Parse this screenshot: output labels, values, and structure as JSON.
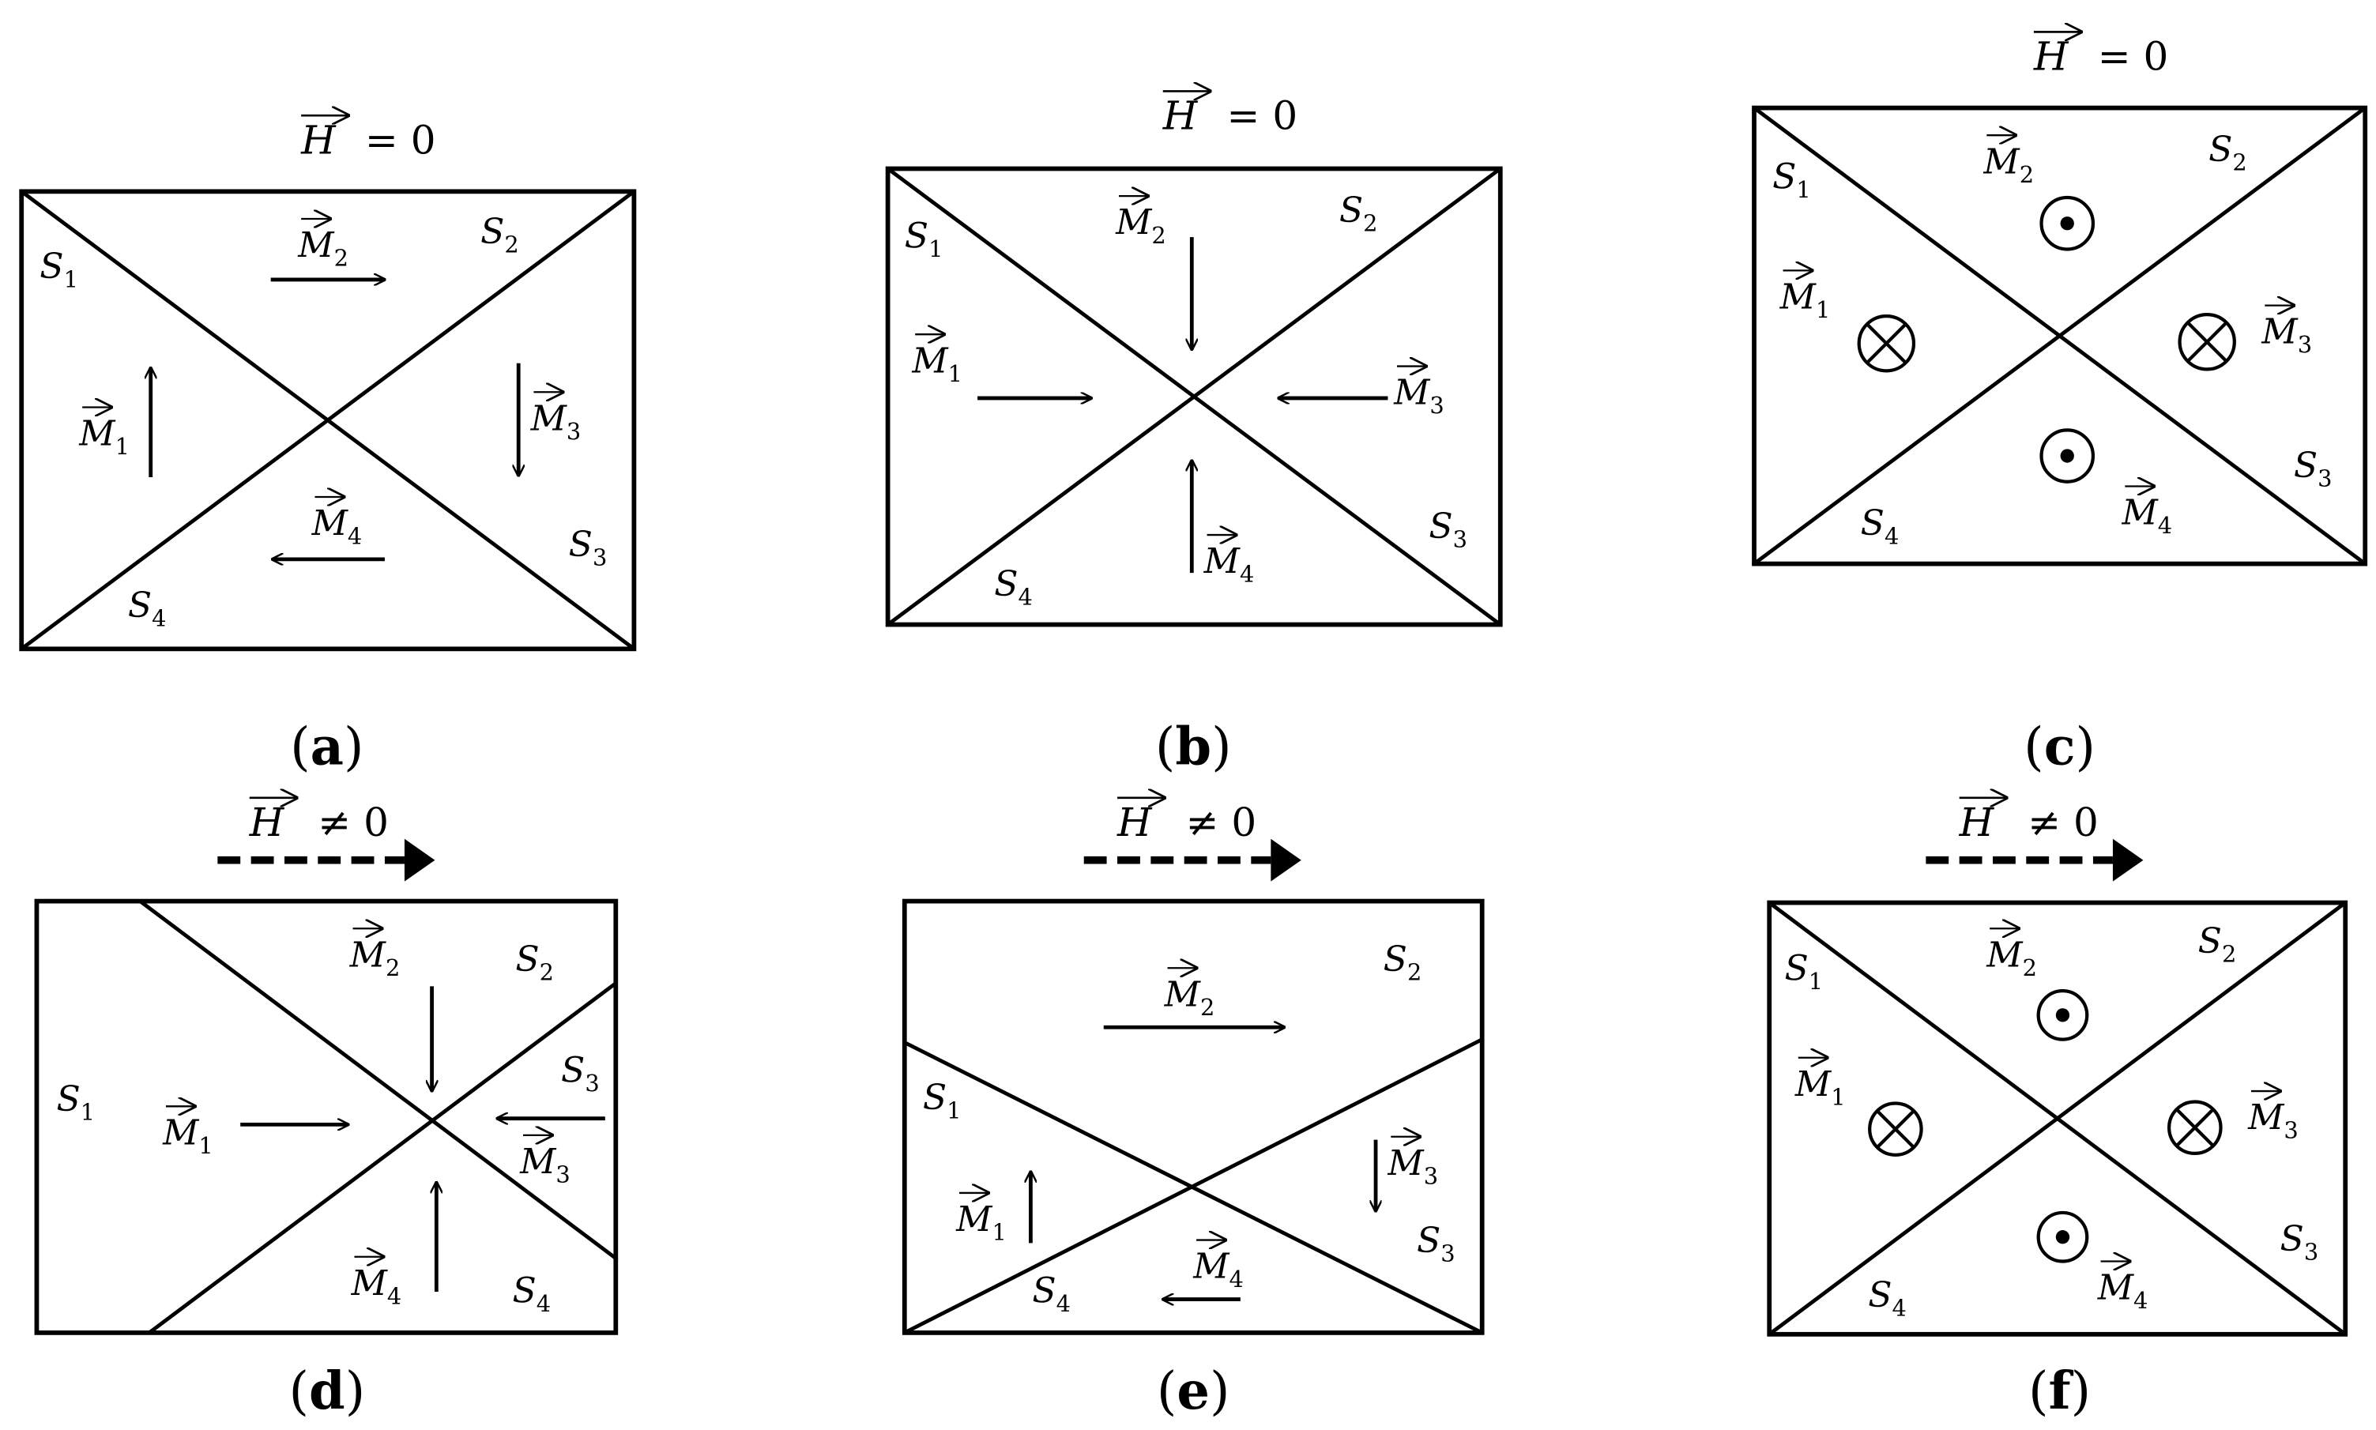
{
  "panels": {
    "a": {
      "label_open": "(",
      "label_letter": "a",
      "label_close": ")",
      "field": {
        "symbol": "H",
        "relation": "= 0"
      },
      "regions": [
        "S",
        "1",
        "S",
        "2",
        "S",
        "3",
        "S",
        "4"
      ],
      "moments": [
        "M",
        "1",
        "M",
        "2",
        "M",
        "3",
        "M",
        "4"
      ]
    },
    "b": {
      "label_open": "(",
      "label_letter": "b",
      "label_close": ")",
      "field": {
        "symbol": "H",
        "relation": "= 0"
      },
      "regions": [
        "S",
        "1",
        "S",
        "2",
        "S",
        "3",
        "S",
        "4"
      ],
      "moments": [
        "M",
        "1",
        "M",
        "2",
        "M",
        "3",
        "M",
        "4"
      ]
    },
    "c": {
      "label_open": "(",
      "label_letter": "c",
      "label_close": ")",
      "field": {
        "symbol": "H",
        "relation": "= 0"
      },
      "regions": [
        "S",
        "1",
        "S",
        "2",
        "S",
        "3",
        "S",
        "4"
      ],
      "moments": [
        "M",
        "1",
        "M",
        "2",
        "M",
        "3",
        "M",
        "4"
      ]
    },
    "d": {
      "label_open": "(",
      "label_letter": "d",
      "label_close": ")",
      "field": {
        "symbol": "H",
        "relation": "≠ 0"
      },
      "regions": [
        "S",
        "1",
        "S",
        "2",
        "S",
        "3",
        "S",
        "4"
      ],
      "moments": [
        "M",
        "1",
        "M",
        "2",
        "M",
        "3",
        "M",
        "4"
      ]
    },
    "e": {
      "label_open": "(",
      "label_letter": "e",
      "label_close": ")",
      "field": {
        "symbol": "H",
        "relation": "≠ 0"
      },
      "regions": [
        "S",
        "1",
        "S",
        "2",
        "S",
        "3",
        "S",
        "4"
      ],
      "moments": [
        "M",
        "1",
        "M",
        "2",
        "M",
        "3",
        "M",
        "4"
      ]
    },
    "f": {
      "label_open": "(",
      "label_letter": "f",
      "label_close": ")",
      "field": {
        "symbol": "H",
        "relation": "≠ 0"
      },
      "regions": [
        "S",
        "1",
        "S",
        "2",
        "S",
        "3",
        "S",
        "4"
      ],
      "moments": [
        "M",
        "1",
        "M",
        "2",
        "M",
        "3",
        "M",
        "4"
      ]
    }
  }
}
